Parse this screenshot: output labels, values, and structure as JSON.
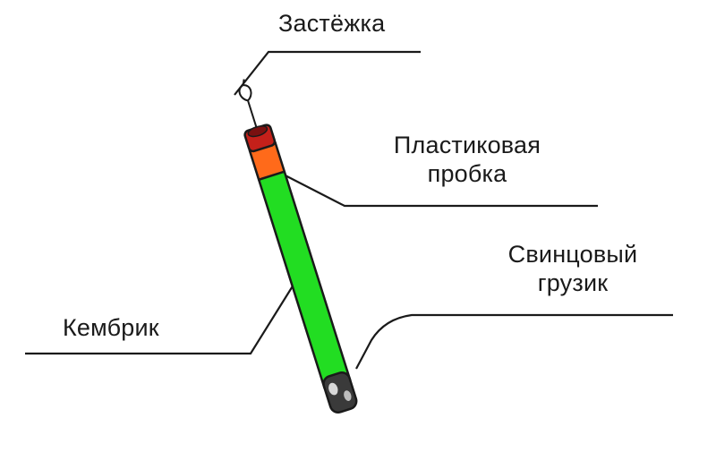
{
  "labels": {
    "clasp": "Застёжка",
    "plug_line1": "Пластиковая",
    "plug_line2": "пробка",
    "weight_line1": "Свинцовый",
    "weight_line2": "грузик",
    "tube": "Кембрик"
  },
  "colors": {
    "tube": "#22dd22",
    "tube_outline": "#1a1a1a",
    "plug": "#ff6a1a",
    "top_cap": "#c4201a",
    "weight": "#3a3a3a",
    "leader_line": "#1a1a1a"
  },
  "icons": {
    "clasp": "wire-clasp-icon",
    "weight": "lead-weight-icon"
  }
}
